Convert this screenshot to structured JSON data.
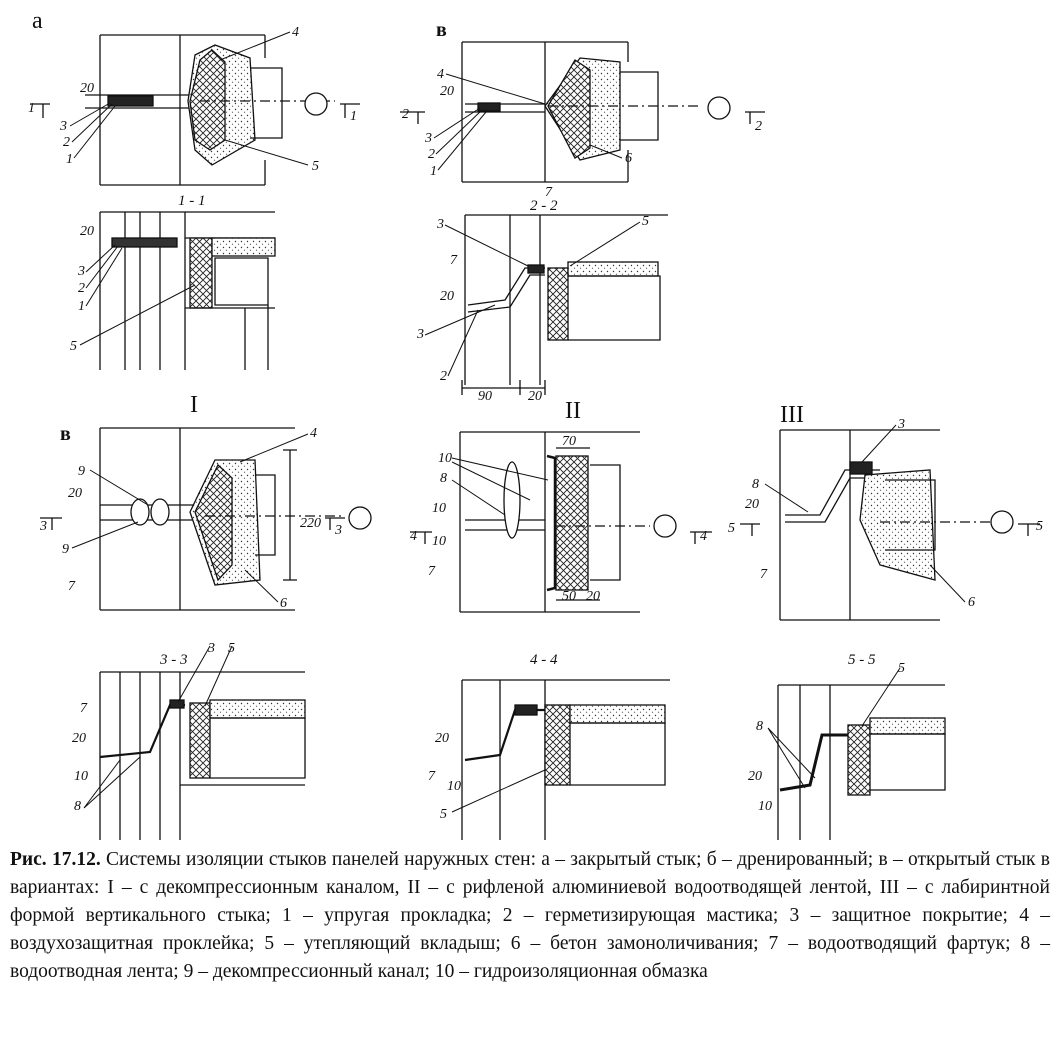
{
  "panels": {
    "a": "а",
    "b": "в",
    "c": "в",
    "I": "I",
    "II": "II",
    "III": "III"
  },
  "sections": {
    "s11": "1 - 1",
    "s22": "2 - 2",
    "s33": "3 - 3",
    "s44": "4 - 4",
    "s55": "5 - 5"
  },
  "callouts": {
    "n1": "1",
    "n2": "2",
    "n3": "3",
    "n4": "4",
    "n5": "5",
    "n6": "6",
    "n7": "7",
    "n8": "8",
    "n9": "9",
    "n10": "10"
  },
  "dims": {
    "d20": "20",
    "d10": "10",
    "d90": "90",
    "d220": "220",
    "d70": "70",
    "d50": "50"
  },
  "caption": {
    "title": "Рис. 17.12.",
    "text": "Системы изоляции стыков панелей наружных стен: а – закрытый стык; б – дренированный; в – открытый стык в вариантах: I – с декомпрессионным каналом, II – с рифленой алюминиевой водоотводящей лентой, III – с лабиринтной формой вертикального стыка; 1 – упругая прокладка; 2 – герметизирующая мастика; 3 – защитное покрытие; 4 – воздухозащитная проклейка; 5 – утепляющий вкладыш; 6 – бетон замоноличивания; 7 – водоотводящий фартук; 8 – водоотводная лента; 9 – декомпрессионный канал; 10 – гидроизоляционная обмазка"
  }
}
